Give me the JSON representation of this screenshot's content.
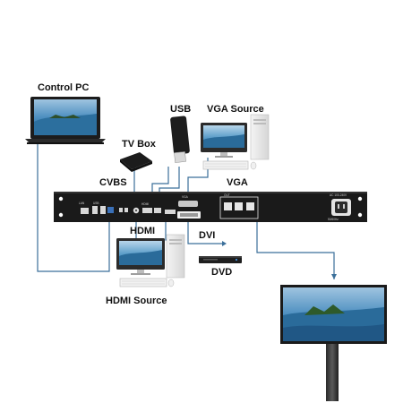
{
  "labels": {
    "control_pc": "Control PC",
    "usb": "USB",
    "vga_source": "VGA Source",
    "tv_box": "TV Box",
    "cvbs": "CVBS",
    "vga": "VGA",
    "hdmi": "HDMI",
    "dvi": "DVI",
    "dvd": "DVD",
    "hdmi_source": "HDMI Source"
  },
  "colors": {
    "cable": "#3b6f9a",
    "device_body": "#1b1b1b",
    "background": "#ffffff"
  },
  "icons": [
    "laptop-icon",
    "usb-drive-icon",
    "desktop-pc-icon",
    "tv-box-icon",
    "video-processor-icon",
    "dvd-player-icon",
    "led-display-icon"
  ]
}
